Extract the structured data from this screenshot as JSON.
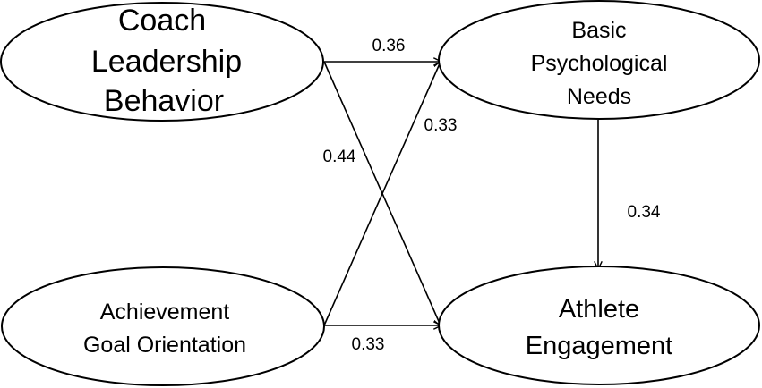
{
  "nodes": {
    "coach": {
      "lines": [
        "Coach",
        "Leadership",
        "Behavior"
      ]
    },
    "needs": {
      "lines": [
        "Basic",
        "Psychological",
        "Needs"
      ]
    },
    "achievement": {
      "lines": [
        "Achievement",
        "Goal Orientation"
      ]
    },
    "engagement": {
      "lines": [
        "Athlete",
        "Engagement"
      ]
    }
  },
  "paths": {
    "coach_to_needs": "0.36",
    "coach_to_engagement": "0.44",
    "achievement_to_needs": "0.33",
    "achievement_to_engagement": "0.33",
    "needs_to_engagement": "0.34"
  },
  "colors": {
    "stroke": "#000000",
    "fill": "#ffffff"
  }
}
